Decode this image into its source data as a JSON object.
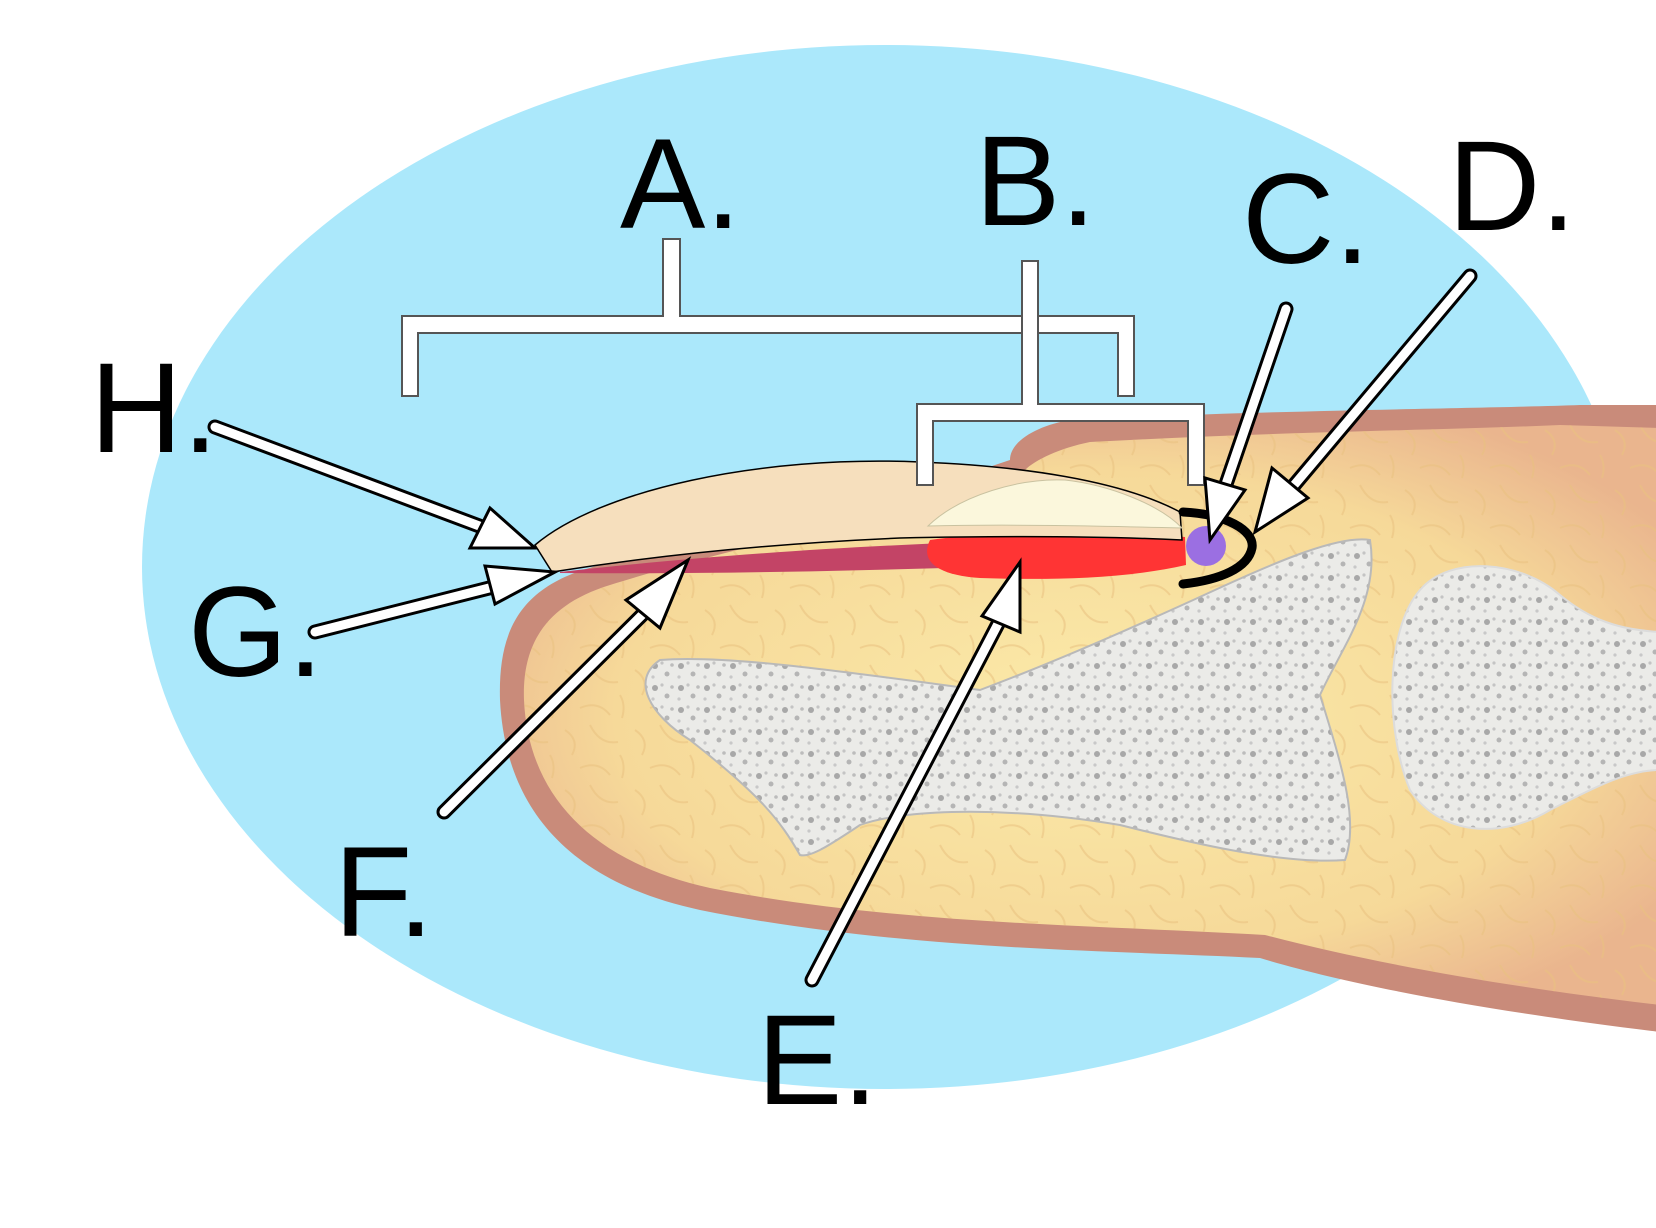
{
  "labels": {
    "a": "A.",
    "b": "B.",
    "c": "C.",
    "d": "D.",
    "e": "E.",
    "f": "F.",
    "g": "G.",
    "h": "H."
  },
  "colors": {
    "background": "#ffffff",
    "zoom_ellipse": "#abe8fb",
    "skin": "#c98b7a",
    "tissue": "#f7dc9e",
    "bone": "#ececea",
    "nail_plate": "#f6dfbd",
    "lunula": "#fbf7dc",
    "matrix": "#ff3434",
    "nail_bed": "#c34466",
    "cuticle_dot": "#9b6fe2",
    "arrow_fill": "#ffffff",
    "outline": "#000000"
  }
}
